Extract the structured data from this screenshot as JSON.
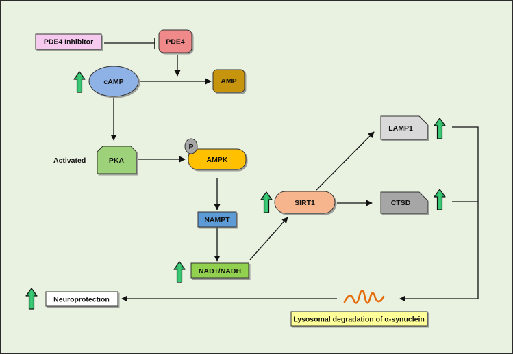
{
  "nodes": {
    "pde4_inhibitor": "PDE4 Inhibitor",
    "pde4": "PDE4",
    "camp": "cAMP",
    "amp": "AMP",
    "activated": "Activated",
    "pka": "PKA",
    "phospho": "P",
    "ampk": "AMPK",
    "nampt": "NAMPT",
    "nad": "NAD+/NADH",
    "sirt1": "SIRT1",
    "lamp1": "LAMP1",
    "ctsd": "CTSD",
    "neuroprotection": "Neuroprotection",
    "lysosomal": "Lysosomal degradation of α-synuclein"
  },
  "colors": {
    "background": "#e9f1e0",
    "pde4_inhibitor": "#f6c9ef",
    "pde4": "#f08a8a",
    "camp": "#8fb2e6",
    "amp": "#c7950e",
    "pka": "#9ed27a",
    "ampk": "#ffc000",
    "nampt": "#5b9bd5",
    "nad": "#92d050",
    "sirt1": "#f7b58e",
    "lamp1": "#d9d9d9",
    "ctsd": "#a6a6a6",
    "neuroprotection": "#ffffff",
    "lysosomal": "#ffff99",
    "up_arrow": "#1fb05a"
  }
}
